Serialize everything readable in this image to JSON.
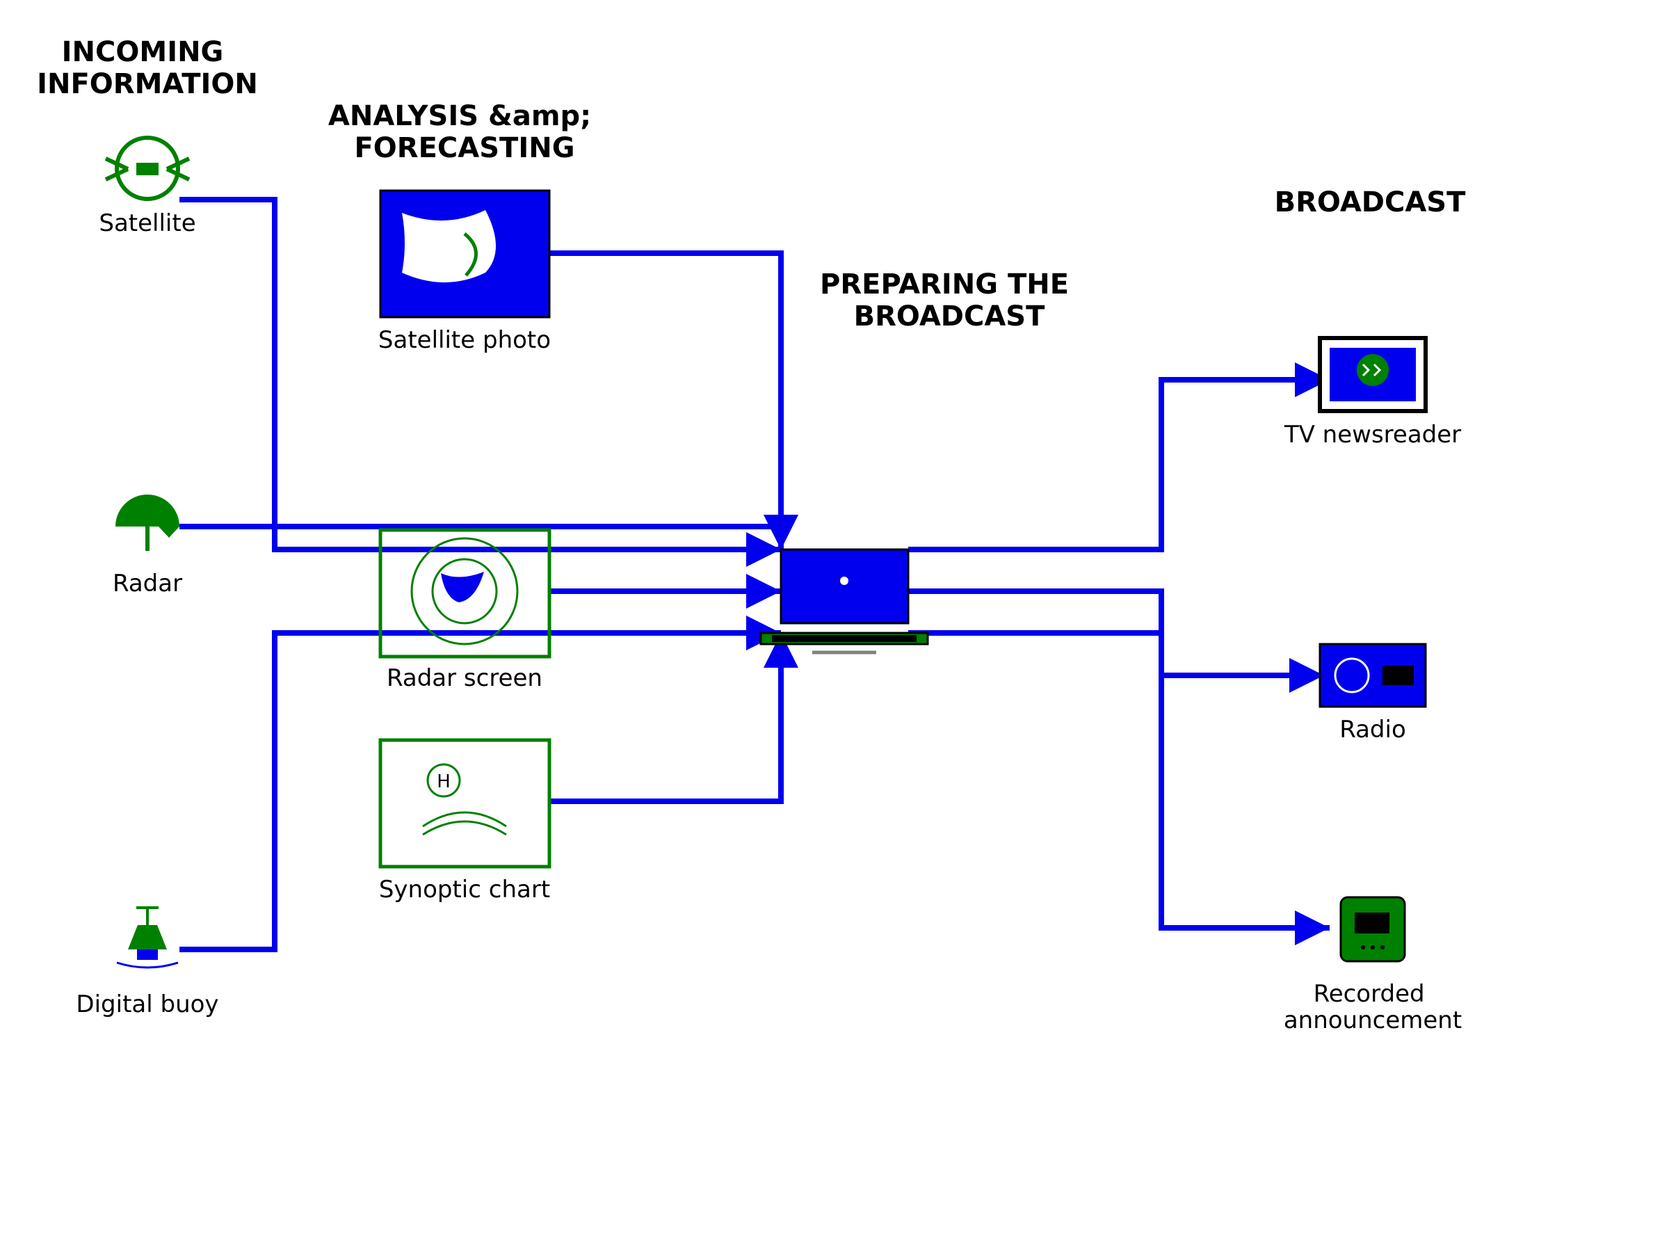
{
  "headings": {
    "incoming": [
      "INCOMING",
      "INFORMATION"
    ],
    "analysis": [
      "ANALYSIS &amp;",
      "FORECASTING"
    ],
    "preparing": [
      "PREPARING THE",
      "BROADCAST"
    ],
    "broadcast": "BROADCAST"
  },
  "sources": {
    "satellite": "Satellite",
    "radar": "Radar",
    "buoy": "Digital buoy"
  },
  "analysis_items": {
    "satellite_photo": "Satellite photo",
    "radar_screen": "Radar screen",
    "synoptic_chart": "Synoptic chart",
    "chart_marker": "H"
  },
  "outputs": {
    "tv": "TV newsreader",
    "radio": "Radio",
    "recorded": [
      "Recorded",
      "announcement"
    ]
  },
  "colors": {
    "flow": "#0000ee",
    "equipment_fill": "#0000ee",
    "symbol": "#008000",
    "dark": "#000000"
  },
  "icons": {
    "satellite": "satellite-icon",
    "radar": "radar-dish-icon",
    "buoy": "buoy-icon",
    "computer": "computer-icon",
    "tv": "tv-icon",
    "radio": "radio-icon",
    "recorder": "recorder-icon"
  }
}
